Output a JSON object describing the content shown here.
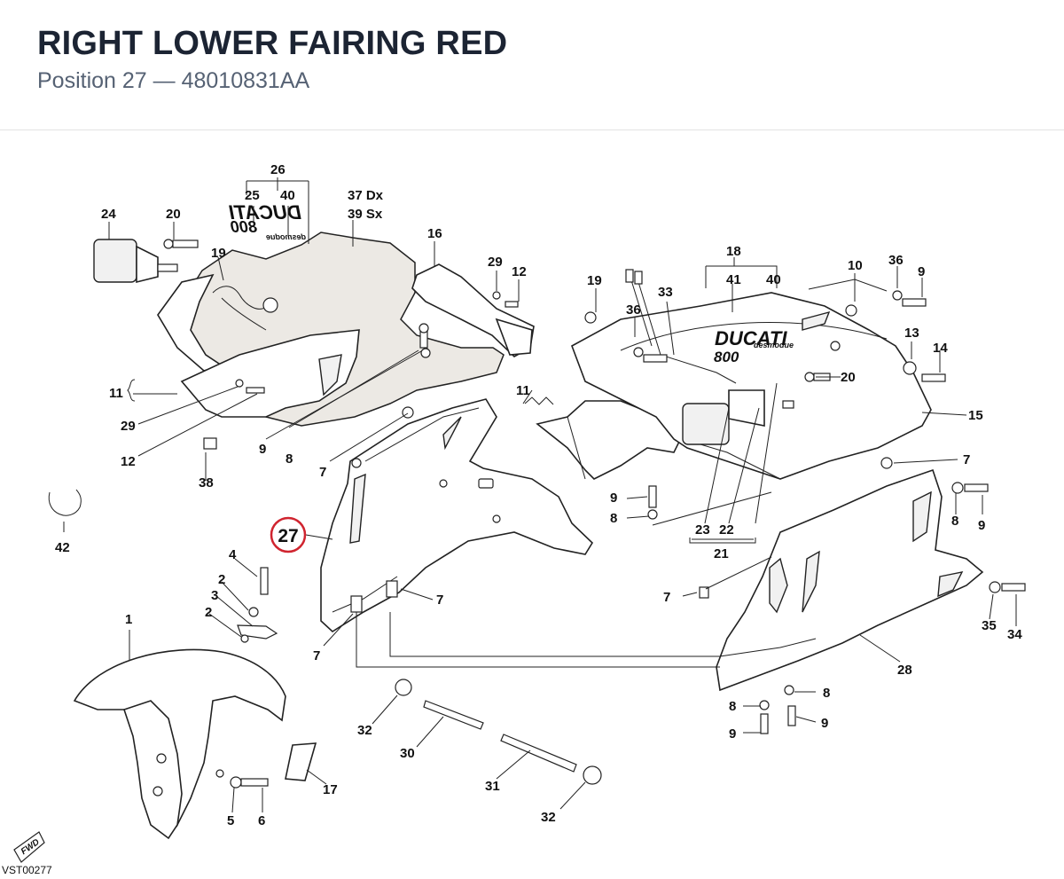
{
  "header": {
    "title": "RIGHT LOWER FAIRING RED",
    "subtitle": "Position 27 — 48010831AA"
  },
  "diagram": {
    "highlight_callout": "27",
    "highlight_color": "#d0242f",
    "drawing_code": "VST00277",
    "fwd_marker": "FWD",
    "logo": {
      "brand": "DUCATI",
      "model": "800",
      "tagline": "desmodue"
    },
    "callouts": [
      "26",
      "25",
      "40",
      "37 Dx",
      "39 Sx",
      "24",
      "20",
      "19",
      "16",
      "29",
      "12",
      "11",
      "29",
      "12",
      "38",
      "9",
      "8",
      "7",
      "42",
      "18",
      "41",
      "40",
      "10",
      "36",
      "9",
      "19",
      "36",
      "33",
      "13",
      "14",
      "20",
      "15",
      "11",
      "7",
      "9",
      "8",
      "23",
      "22",
      "21",
      "8",
      "9",
      "7",
      "4",
      "2",
      "3",
      "2",
      "7",
      "7",
      "1",
      "35",
      "34",
      "28",
      "8",
      "8",
      "9",
      "9",
      "32",
      "30",
      "31",
      "32",
      "17",
      "5",
      "6"
    ]
  }
}
